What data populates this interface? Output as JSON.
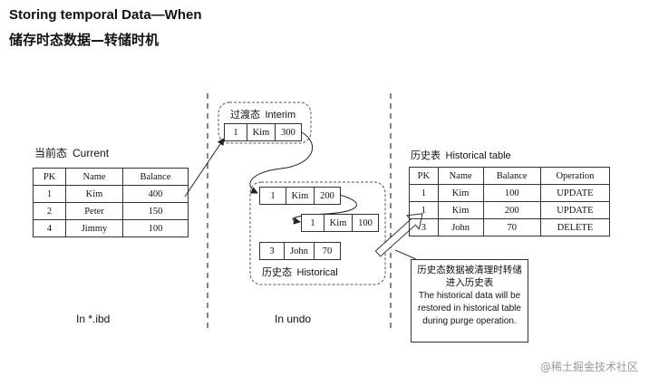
{
  "title": "Storing temporal Data—When",
  "subtitle": "储存时态数据—转储时机",
  "current": {
    "label_cn": "当前态",
    "label_en": "Current",
    "columns": [
      "PK",
      "Name",
      "Balance"
    ],
    "rows": [
      [
        "1",
        "Kim",
        "400"
      ],
      [
        "2",
        "Peter",
        "150"
      ],
      [
        "4",
        "Jimmy",
        "100"
      ]
    ],
    "caption": "In *.ibd"
  },
  "interim": {
    "label_cn": "过渡态",
    "label_en": "Interim",
    "record": [
      "1",
      "Kim",
      "300"
    ]
  },
  "undo": {
    "records": [
      [
        "1",
        "Kim",
        "200"
      ],
      [
        "1",
        "Kim",
        "100"
      ],
      [
        "3",
        "John",
        "70"
      ]
    ],
    "label_cn": "历史态",
    "label_en": "Historical",
    "caption": "In undo"
  },
  "historical": {
    "label_cn": "历史表",
    "label_en": "Historical table",
    "columns": [
      "PK",
      "Name",
      "Balance",
      "Operation"
    ],
    "rows": [
      [
        "1",
        "Kim",
        "100",
        "UPDATE"
      ],
      [
        "1",
        "Kim",
        "200",
        "UPDATE"
      ],
      [
        "3",
        "John",
        "70",
        "DELETE"
      ]
    ]
  },
  "note": {
    "cn_line1": "历史态数据被清理时转储",
    "cn_line2": "进入历史表",
    "en_line1": "The historical data will be",
    "en_line2": "restored in historical table",
    "en_line3": "during purge operation."
  },
  "watermark": "@稀土掘金技术社区"
}
